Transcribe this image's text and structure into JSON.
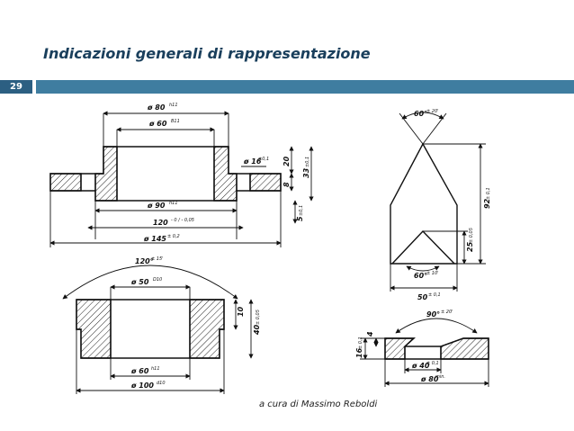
{
  "slide": {
    "number": "29",
    "title": "Indicazioni generali di rappresentazione",
    "footer": "a cura di Massimo Reboldi"
  },
  "colors": {
    "title": "#1a3f5c",
    "bar": "#3f7da0",
    "slide_number_bg": "#2c5f82"
  },
  "drawing": {
    "flange": {
      "d1": "ø 80",
      "d1_tol": "h11",
      "d2": "ø 60",
      "d2_tol": "B11",
      "d3": "ø 16",
      "d3_tol": "±0,1",
      "d4": "ø 90",
      "d4_tol": "h11",
      "len1": "120",
      "len1_tol": "- 0 / - 0,05",
      "len2": "ø 145",
      "len2_tol": "± 0,2",
      "h1": "20",
      "h2": "8",
      "h3": "33",
      "h3_tol": "±0,1",
      "h4": "5",
      "h4_tol": "±0,1"
    },
    "cone": {
      "angle": "120°",
      "angle_tol": "± 15'",
      "d1": "ø 50",
      "d1_tol": "D10",
      "d2": "ø 60",
      "d2_tol": "h11",
      "d3": "ø 100",
      "d3_tol": "d10",
      "h1": "10",
      "h2": "40",
      "h2_tol": "± 0,05"
    },
    "prism": {
      "angle_top": "60°",
      "angle_top_tol": "± 20'",
      "angle_bottom": "60°",
      "angle_bottom_tol": "± 10'",
      "h1": "92",
      "h1_tol": "± 0,1",
      "h2": "25",
      "h2_tol": "± 0,05",
      "width": "50",
      "width_tol": "± 0,1"
    },
    "washer": {
      "angle": "90°",
      "angle_tol": "± 20'",
      "h1": "4",
      "h2": "16",
      "h2_tol": "± 0,1",
      "d1": "ø 40",
      "d1_tol": "± 0,1",
      "d2": "ø 80",
      "d2_tol": "min."
    }
  }
}
